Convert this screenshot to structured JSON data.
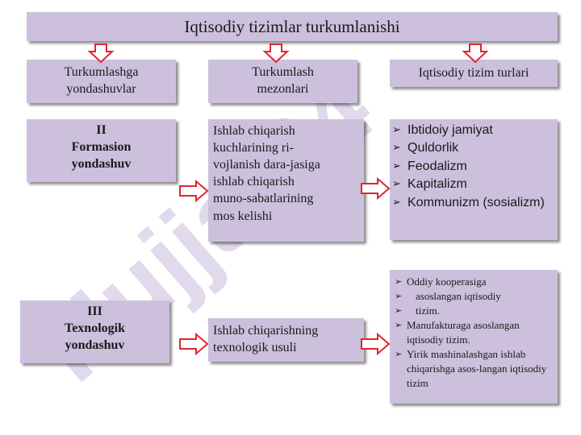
{
  "title": "Iqtisodiy tizimlar turkumlanishi",
  "headers": {
    "approaches": [
      "Turkumlashga",
      "yondashuvlar"
    ],
    "criteria": [
      "Turkumlash",
      "mezonlari"
    ],
    "types": "Iqtisodiy tizim turlari"
  },
  "row1": {
    "approach": [
      "II",
      "Formasion",
      "yondashuv"
    ],
    "criterion": [
      "Ishlab chiqarish",
      "kuchlarining ri-",
      "vojlanish dara-jasiga",
      "ishlab chiqarish",
      "muno-sabatlarining",
      "mos kelishi"
    ],
    "types": [
      "Ibtidoiy jamiyat",
      "Quldorlik",
      "Feodalizm",
      "Kapitalizm",
      "Kommunizm (sosializm)"
    ]
  },
  "row2": {
    "approach": [
      "III",
      "Texnologik",
      "yondashuv"
    ],
    "criterion": [
      "Ishlab chiqarishning",
      "texnologik usuli"
    ],
    "types": [
      "Oddiy kooperasiga",
      "asoslangan iqtisodiy",
      "tizim.",
      "Manufakturaga asoslangan iqtisodiy tizim.",
      "Yirik mashinalashgan ishlab chiqarishga asos-langan iqtisodiy tizim"
    ]
  },
  "watermark": "Hujjat24",
  "colors": {
    "box": "#ccc0dc",
    "arrow_stroke": "#e0262b",
    "watermark": "#c6bbdd"
  }
}
